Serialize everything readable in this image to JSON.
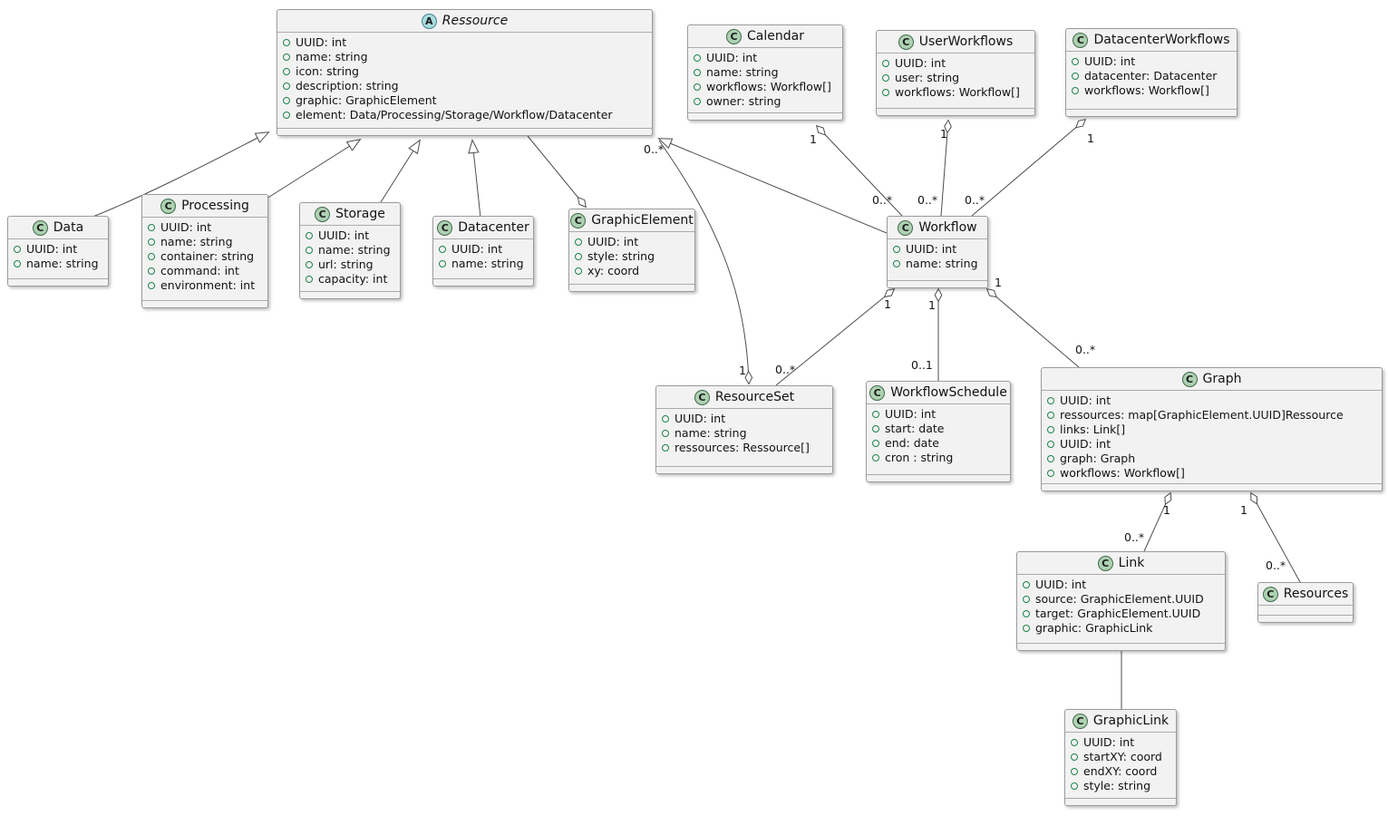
{
  "diagram_type": "uml-class-diagram",
  "colors": {
    "class_icon_bg": "#ADD1B2",
    "abstract_icon_bg": "#A9DCDF",
    "box_fill": "#F2F2F2",
    "box_border": "#9B9B9B",
    "edge_stroke": "#4D4D4D",
    "field_bullet": "#1E8449"
  },
  "classes": {
    "ressource": {
      "name": "Ressource",
      "icon_letter": "A",
      "stereotype": "abstract",
      "attributes": [
        "UUID: int",
        "name: string",
        "icon: string",
        "description: string",
        "graphic: GraphicElement",
        "element: Data/Processing/Storage/Workflow/Datacenter"
      ]
    },
    "calendar": {
      "name": "Calendar",
      "icon_letter": "C",
      "stereotype": "class",
      "attributes": [
        "UUID: int",
        "name: string",
        "workflows: Workflow[]",
        "owner: string"
      ]
    },
    "userworkflows": {
      "name": "UserWorkflows",
      "icon_letter": "C",
      "stereotype": "class",
      "attributes": [
        "UUID: int",
        "user: string",
        "workflows: Workflow[]"
      ]
    },
    "datacenterworkflows": {
      "name": "DatacenterWorkflows",
      "icon_letter": "C",
      "stereotype": "class",
      "attributes": [
        "UUID: int",
        "datacenter: Datacenter",
        "workflows: Workflow[]"
      ]
    },
    "data": {
      "name": "Data",
      "icon_letter": "C",
      "stereotype": "class",
      "attributes": [
        "UUID: int",
        "name: string"
      ]
    },
    "processing": {
      "name": "Processing",
      "icon_letter": "C",
      "stereotype": "class",
      "attributes": [
        "UUID: int",
        "name: string",
        "container: string",
        "command: int",
        "environment: int"
      ]
    },
    "storage": {
      "name": "Storage",
      "icon_letter": "C",
      "stereotype": "class",
      "attributes": [
        "UUID: int",
        "name: string",
        "url: string",
        "capacity: int"
      ]
    },
    "datacenter": {
      "name": "Datacenter",
      "icon_letter": "C",
      "stereotype": "class",
      "attributes": [
        "UUID: int",
        "name: string"
      ]
    },
    "graphicelement": {
      "name": "GraphicElement",
      "icon_letter": "C",
      "stereotype": "class",
      "attributes": [
        "UUID: int",
        "style: string",
        "xy: coord"
      ]
    },
    "workflow": {
      "name": "Workflow",
      "icon_letter": "C",
      "stereotype": "class",
      "attributes": [
        "UUID: int",
        "name: string"
      ]
    },
    "resourceset": {
      "name": "ResourceSet",
      "icon_letter": "C",
      "stereotype": "class",
      "attributes": [
        "UUID: int",
        "name: string",
        "ressources: Ressource[]"
      ]
    },
    "workflowschedule": {
      "name": "WorkflowSchedule",
      "icon_letter": "C",
      "stereotype": "class",
      "attributes": [
        "UUID: int",
        "start: date",
        "end: date",
        "cron : string"
      ]
    },
    "graph": {
      "name": "Graph",
      "icon_letter": "C",
      "stereotype": "class",
      "attributes": [
        "UUID: int",
        "ressources: map[GraphicElement.UUID]Ressource",
        "links: Link[]",
        "UUID: int",
        "graph: Graph",
        "workflows: Workflow[]"
      ]
    },
    "link": {
      "name": "Link",
      "icon_letter": "C",
      "stereotype": "class",
      "attributes": [
        "UUID: int",
        "source: GraphicElement.UUID",
        "target: GraphicElement.UUID",
        "graphic: GraphicLink"
      ]
    },
    "resources": {
      "name": "Resources",
      "icon_letter": "C",
      "stereotype": "class",
      "attributes": []
    },
    "graphiclink": {
      "name": "GraphicLink",
      "icon_letter": "C",
      "stereotype": "class",
      "attributes": [
        "UUID: int",
        "startXY: coord",
        "endXY: coord",
        "style: string"
      ]
    }
  },
  "edges": {
    "data_extends_ressource": {
      "type": "generalization",
      "from": "Data",
      "to": "Ressource"
    },
    "processing_extends_ressource": {
      "type": "generalization",
      "from": "Processing",
      "to": "Ressource"
    },
    "storage_extends_ressource": {
      "type": "generalization",
      "from": "Storage",
      "to": "Ressource"
    },
    "datacenter_extends_ressource": {
      "type": "generalization",
      "from": "Datacenter",
      "to": "Ressource"
    },
    "workflow_extends_ressource": {
      "type": "generalization",
      "from": "Workflow",
      "to": "Ressource"
    },
    "graphicelement_ressource": {
      "type": "aggregation",
      "from": "Ressource",
      "to": "GraphicElement"
    },
    "calendar_workflow": {
      "type": "aggregation",
      "from": "Workflow",
      "to": "Calendar",
      "owner_label": "1",
      "many_label": "0..*"
    },
    "userworkflows_workflow": {
      "type": "aggregation",
      "from": "Workflow",
      "to": "UserWorkflows",
      "owner_label": "1",
      "many_label": "0..*"
    },
    "datacenterworkflows_workflow": {
      "type": "aggregation",
      "from": "Workflow",
      "to": "DatacenterWorkflows",
      "owner_label": "1",
      "many_label": "0..*"
    },
    "workflow_resourceset": {
      "type": "aggregation",
      "from": "ResourceSet",
      "to": "Workflow",
      "owner_label": "1",
      "many_label": "0..*"
    },
    "workflow_workflowschedule": {
      "type": "aggregation",
      "from": "WorkflowSchedule",
      "to": "Workflow",
      "owner_label": "1",
      "many_label": "0..1"
    },
    "workflow_graph": {
      "type": "aggregation",
      "from": "Graph",
      "to": "Workflow",
      "owner_label": "1",
      "many_label": "0..*"
    },
    "resourceset_ressource": {
      "type": "aggregation",
      "from": "Ressource",
      "to": "ResourceSet",
      "owner_label": "1",
      "many_label": "0..*"
    },
    "graph_link": {
      "type": "aggregation",
      "from": "Link",
      "to": "Graph",
      "owner_label": "1",
      "many_label": "0..*"
    },
    "graph_resources": {
      "type": "aggregation",
      "from": "Resources",
      "to": "Graph",
      "owner_label": "1",
      "many_label": "0..*"
    },
    "link_graphiclink": {
      "type": "association",
      "from": "Link",
      "to": "GraphicLink"
    }
  }
}
